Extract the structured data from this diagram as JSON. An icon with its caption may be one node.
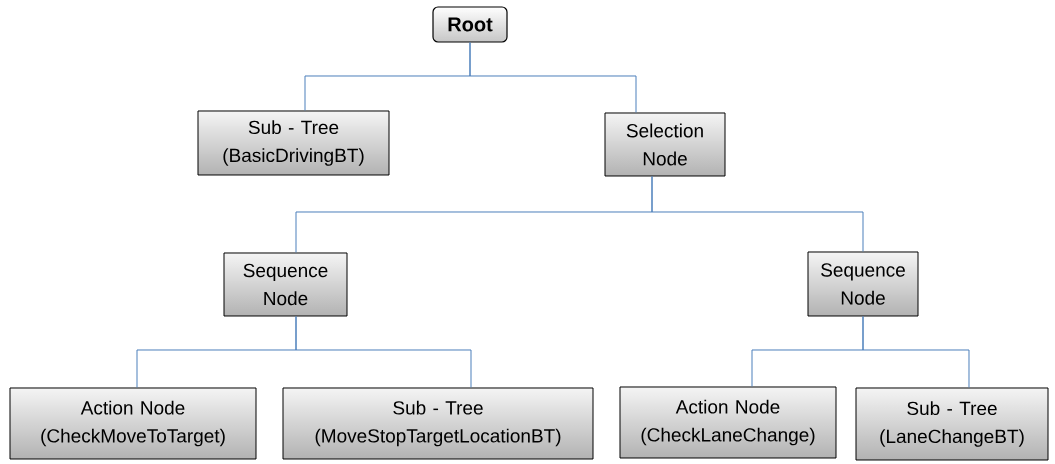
{
  "diagram": {
    "nodes": [
      {
        "text": [
          "Root"
        ]
      },
      {
        "text": [
          "Sub - Tree (BasicDrivingBT)"
        ]
      },
      {
        "text": [
          "Selection Node"
        ]
      },
      {
        "text": [
          "Sequence Node"
        ]
      },
      {
        "text": [
          "Sequence Node"
        ]
      },
      {
        "text": [
          "Action Node (CheckMoveToTarget)"
        ]
      },
      {
        "text": [
          "Sub - Tree (MoveStopTargetLocationBT)"
        ]
      },
      {
        "text": [
          "Action Node (CheckLaneChange)"
        ]
      },
      {
        "text": [
          "Sub - Tree (LaneChangeBT)"
        ]
      }
    ],
    "edges": [
      {
        "from": 0,
        "to": 1,
        "arrow": "none"
      },
      {
        "from": 0,
        "to": 2,
        "arrow": "none"
      },
      {
        "from": 2,
        "to": 3,
        "arrow": "none"
      },
      {
        "from": 2,
        "to": 4,
        "arrow": "none"
      },
      {
        "from": 3,
        "to": 5,
        "arrow": "none"
      },
      {
        "from": 3,
        "to": 6,
        "arrow": "none"
      },
      {
        "from": 4,
        "to": 7,
        "arrow": "none"
      },
      {
        "from": 4,
        "to": 8,
        "arrow": "none"
      }
    ]
  }
}
